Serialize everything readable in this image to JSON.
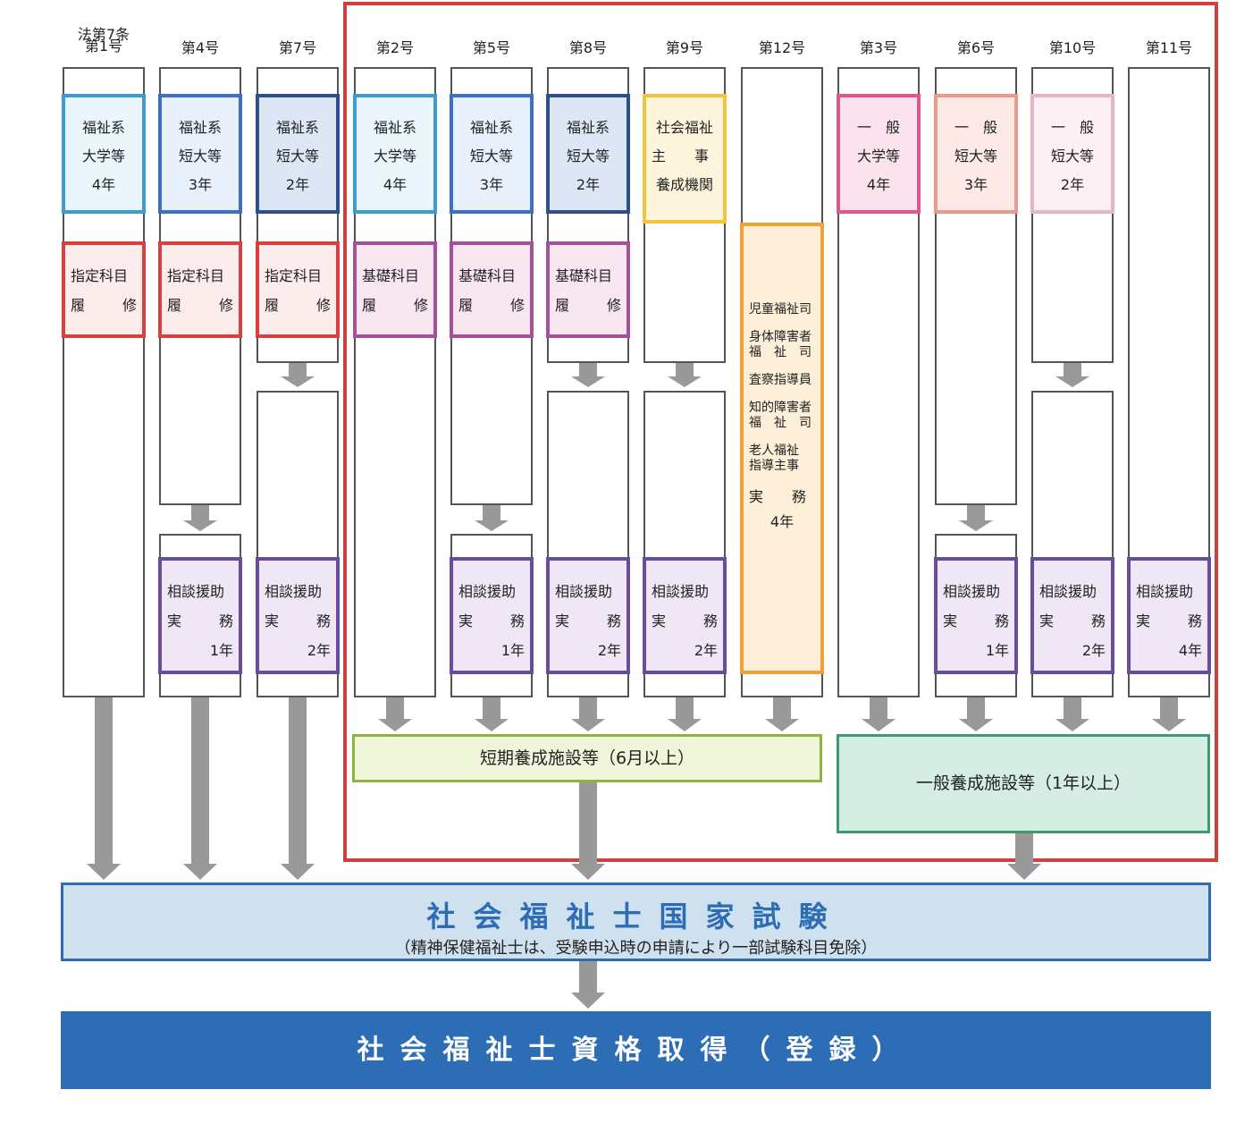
{
  "header_prefix": "法第7条",
  "columns": [
    {
      "label": "第1号"
    },
    {
      "label": "第4号"
    },
    {
      "label": "第7号"
    },
    {
      "label": "第2号"
    },
    {
      "label": "第5号"
    },
    {
      "label": "第8号"
    },
    {
      "label": "第9号"
    },
    {
      "label": "第12号"
    },
    {
      "label": "第3号"
    },
    {
      "label": "第6号"
    },
    {
      "label": "第10号"
    },
    {
      "label": "第11号"
    }
  ],
  "school_cards": [
    {
      "col": 0,
      "lines": [
        "福祉系",
        "大学等",
        "4年"
      ],
      "fill": "#eaf5fc",
      "border": "#3d9bd6"
    },
    {
      "col": 1,
      "lines": [
        "福祉系",
        "短大等",
        "3年"
      ],
      "fill": "#e7f0fb",
      "border": "#3a70c8"
    },
    {
      "col": 2,
      "lines": [
        "福祉系",
        "短大等",
        "2年"
      ],
      "fill": "#dde6f4",
      "border": "#2d4e8f"
    },
    {
      "col": 3,
      "lines": [
        "福祉系",
        "大学等",
        "4年"
      ],
      "fill": "#eaf5fc",
      "border": "#3d9bd6"
    },
    {
      "col": 4,
      "lines": [
        "福祉系",
        "短大等",
        "3年"
      ],
      "fill": "#e7f0fb",
      "border": "#3a70c8"
    },
    {
      "col": 5,
      "lines": [
        "福祉系",
        "短大等",
        "2年"
      ],
      "fill": "#dde6f4",
      "border": "#2d4e8f"
    },
    {
      "col": 8,
      "lines": [
        "一　般",
        "大学等",
        "4年"
      ],
      "fill": "#fbe3ee",
      "border": "#e0568f"
    },
    {
      "col": 9,
      "lines": [
        "一　般",
        "短大等",
        "3年"
      ],
      "fill": "#fdeae6",
      "border": "#ea9a8a"
    },
    {
      "col": 10,
      "lines": [
        "一　般",
        "短大等",
        "2年"
      ],
      "fill": "#fcf0f4",
      "border": "#e6b6c6"
    }
  ],
  "trainer_card": {
    "col": 6,
    "lines": [
      "社会福祉",
      "主　　事",
      "養成機関"
    ],
    "fill": "#fdf6dc",
    "border": "#f3c33b"
  },
  "subject_cards": [
    {
      "col": 0,
      "title": "指定科目",
      "left": "履",
      "right": "修",
      "fill": "#fdecec",
      "border": "#d94040"
    },
    {
      "col": 1,
      "title": "指定科目",
      "left": "履",
      "right": "修",
      "fill": "#fdecec",
      "border": "#d94040"
    },
    {
      "col": 2,
      "title": "指定科目",
      "left": "履",
      "right": "修",
      "fill": "#fdecec",
      "border": "#d94040"
    },
    {
      "col": 3,
      "title": "基礎科目",
      "left": "履",
      "right": "修",
      "fill": "#f8e6f0",
      "border": "#a64f9a"
    },
    {
      "col": 4,
      "title": "基礎科目",
      "left": "履",
      "right": "修",
      "fill": "#f8e6f0",
      "border": "#a64f9a"
    },
    {
      "col": 5,
      "title": "基礎科目",
      "left": "履",
      "right": "修",
      "fill": "#f8e6f0",
      "border": "#a64f9a"
    }
  ],
  "practice_cards": [
    {
      "col": 1,
      "title": "相談援助",
      "left": "実",
      "right": "務",
      "years": "1年"
    },
    {
      "col": 2,
      "title": "相談援助",
      "left": "実",
      "right": "務",
      "years": "2年"
    },
    {
      "col": 4,
      "title": "相談援助",
      "left": "実",
      "right": "務",
      "years": "1年"
    },
    {
      "col": 5,
      "title": "相談援助",
      "left": "実",
      "right": "務",
      "years": "2年"
    },
    {
      "col": 6,
      "title": "相談援助",
      "left": "実",
      "right": "務",
      "years": "2年"
    },
    {
      "col": 9,
      "title": "相談援助",
      "left": "実",
      "right": "務",
      "years": "1年"
    },
    {
      "col": 10,
      "title": "相談援助",
      "left": "実",
      "right": "務",
      "years": "2年"
    },
    {
      "col": 11,
      "title": "相談援助",
      "left": "実",
      "right": "務",
      "years": "4年"
    }
  ],
  "special_card": {
    "col": 7,
    "lines": [
      "児童福祉司",
      "身体障害者",
      "福　祉　司",
      "査察指導員",
      "知的障害者",
      "福　祉　司",
      "老人福祉",
      "指導主事",
      "実　　務",
      "4年"
    ],
    "fill": "#fdefd8",
    "border": "#f0a236"
  },
  "short_facility": {
    "label": "短期養成施設等（6月以上）",
    "fill": "#eef5d8",
    "border": "#8db43f"
  },
  "general_facility": {
    "label": "一般養成施設等（1年以上）",
    "fill": "#d6ede4",
    "border": "#3f9a6f"
  },
  "exam": {
    "title": "社会福祉士国家試験",
    "subtitle": "（精神保健福祉士は、受験申込時の申請により一部試験科目免除）",
    "fill": "#cfe1ef",
    "border": "#2d6db6"
  },
  "result": {
    "title": "社会福祉士資格取得（登録）",
    "fill": "#2d6db6"
  },
  "colors": {
    "column_border": "#555555",
    "arrow": "#999999",
    "practice_fill": "#efe6f6",
    "practice_border": "#6a4c9c",
    "frame": "#d04040"
  }
}
